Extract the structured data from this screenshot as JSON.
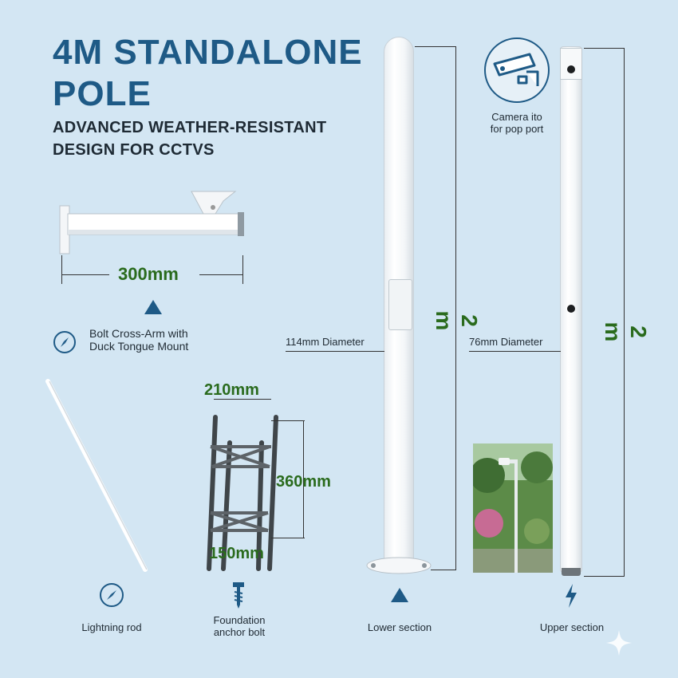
{
  "header": {
    "title_line1": "4M STANDALONE",
    "title_line2": "POLE",
    "subtitle_line1": "ADVANCED WEATHER-RESISTANT",
    "subtitle_line2": "DESIGN FOR CCTVS"
  },
  "cross_arm": {
    "dimension": "300mm",
    "label_line1": "Bolt Cross-Arm with",
    "label_line2": "Duck Tongue Mount",
    "icon": "compass-icon"
  },
  "anchor": {
    "width_top": "210mm",
    "height": "360mm",
    "width_bottom": "150mm"
  },
  "lower_pole": {
    "diameter": "114mm Diameter",
    "height": "2 m",
    "label": "Lower section"
  },
  "upper_pole": {
    "diameter": "76mm Diameter",
    "height": "2 m",
    "label": "Upper section"
  },
  "camera": {
    "label_line1": "Camera ito",
    "label_line2": "for pop port",
    "icon": "cctv-camera-icon"
  },
  "bottom_row": {
    "lightning_rod": "Lightning rod",
    "anchor_line1": "Foundation",
    "anchor_line2": "anchor bolt",
    "lower": "Lower section",
    "upper": "Upper section"
  },
  "colors": {
    "background": "#d3e6f3",
    "title": "#1e5a86",
    "dimension_text": "#2a6b1d"
  }
}
